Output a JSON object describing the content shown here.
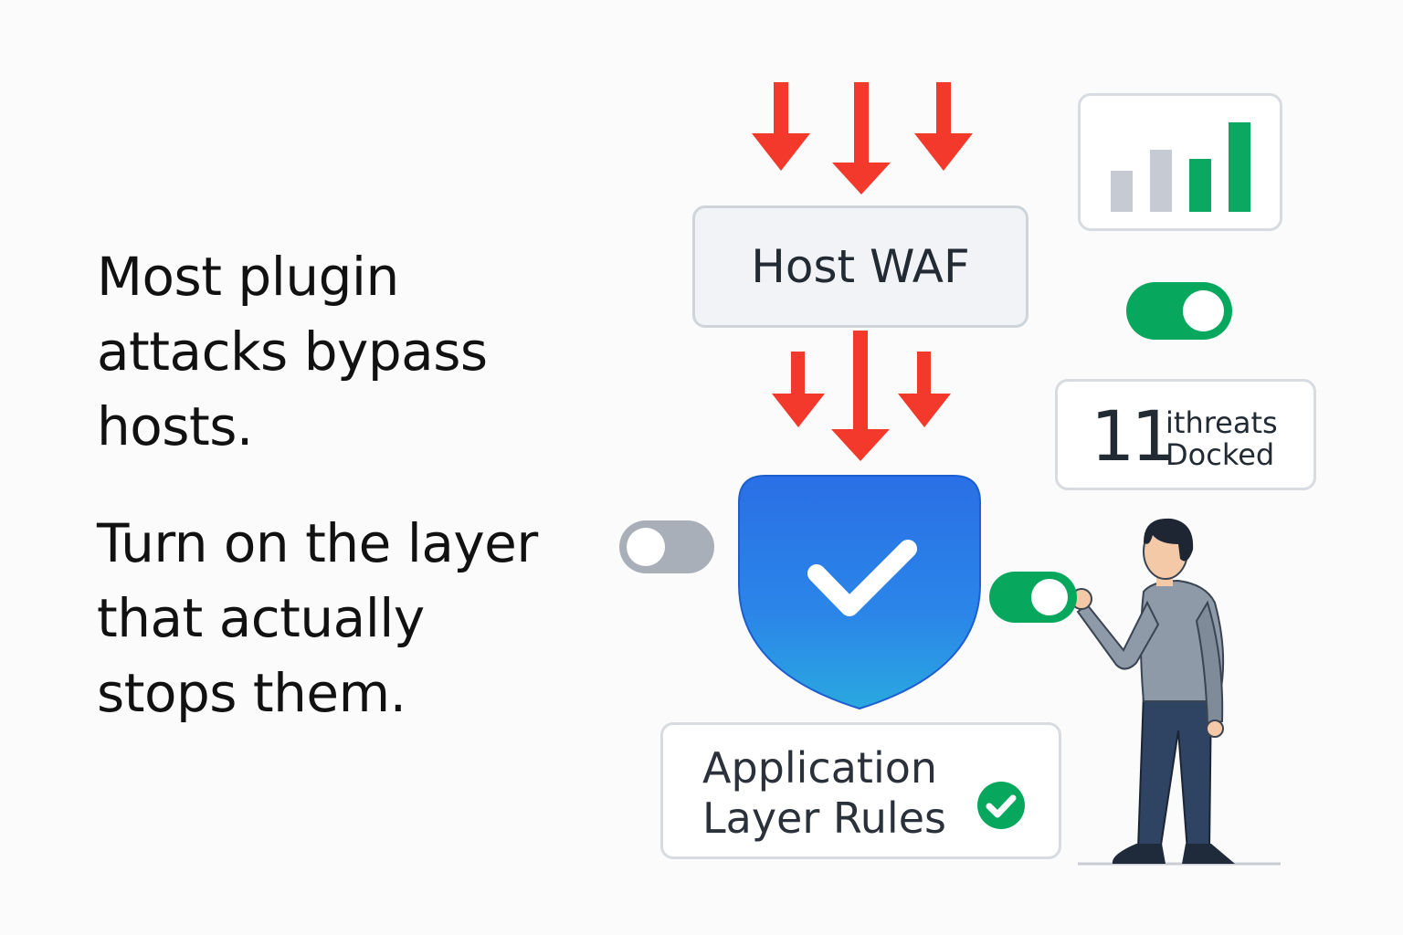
{
  "headline": {
    "paragraph1": [
      "Most plugin",
      "attacks bypass",
      "hosts."
    ],
    "paragraph2": [
      "Turn on the layer",
      "that actually",
      "stops them."
    ]
  },
  "waf_box": {
    "label": "Host WAF"
  },
  "stats_card": {
    "bars": [
      {
        "level": 0.45,
        "color": "#c6cad2"
      },
      {
        "level": 0.68,
        "color": "#c6cad2"
      },
      {
        "level": 0.58,
        "color": "#0aa860"
      },
      {
        "level": 0.98,
        "color": "#0aa860"
      }
    ]
  },
  "threat_card": {
    "count": "11",
    "line1": "ithreats",
    "line2": "Docked"
  },
  "rules_card": {
    "line1": "Application",
    "line2": "Layer Rules"
  },
  "toggles": {
    "top": "on",
    "left_of_shield": "off",
    "right_of_shield": "on"
  },
  "colors": {
    "attack_arrow": "#f2392b",
    "shield_top": "#2a6fe6",
    "shield_bottom": "#2aa8e0",
    "success": "#07a85e",
    "toggle_off": "#a9afb8"
  },
  "icons": {
    "shield": "shield-check-icon",
    "check": "check-circle-icon",
    "arrows": "attack-arrow-icon",
    "person": "person-illustration"
  }
}
